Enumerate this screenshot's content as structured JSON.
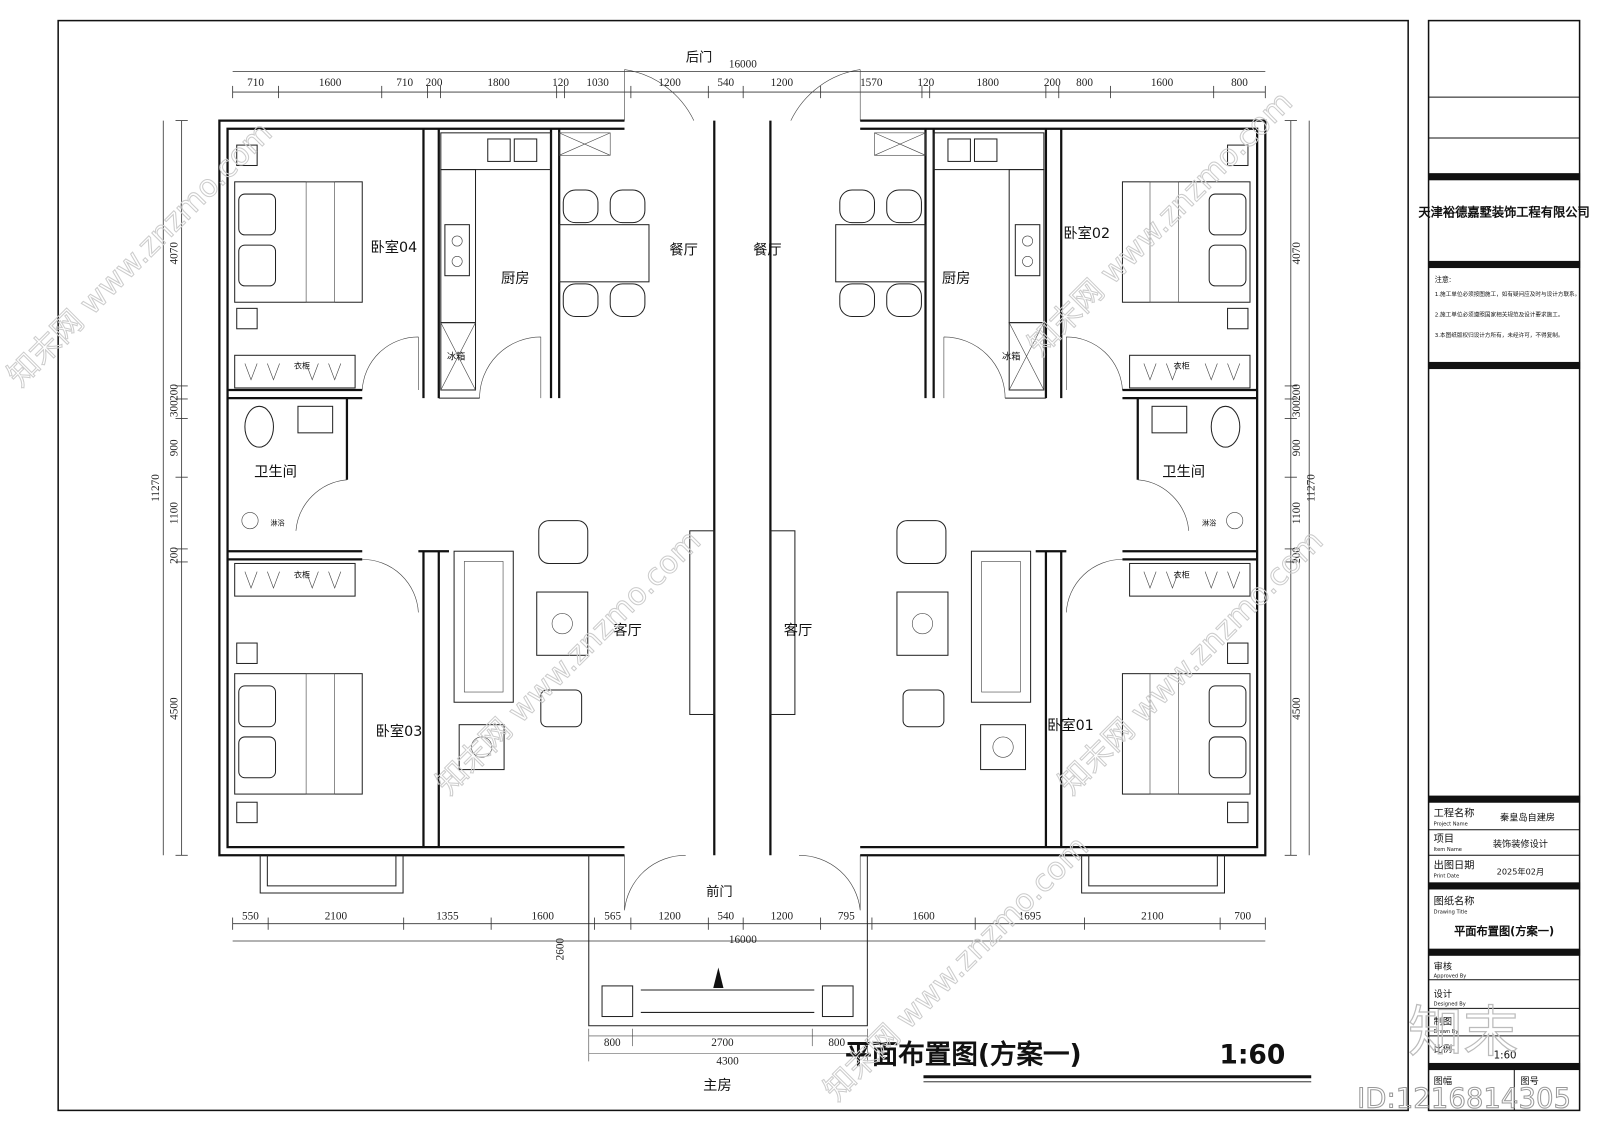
{
  "drawing": {
    "title": "平面布置图(方案一)",
    "scale": "1:60",
    "back_door": "后门",
    "front_door": "前门",
    "main_house": "主房",
    "overall_width_top": "16000",
    "overall_width_bottom": "16000",
    "porch_depth": "2600",
    "porch_width": "4300",
    "porch_segments": [
      "800",
      "2700",
      "800"
    ]
  },
  "dimensions": {
    "top": [
      "710",
      "1600",
      "710",
      "200",
      "1800",
      "120",
      "1030",
      "1200",
      "540",
      "1200",
      "1570",
      "120",
      "1800",
      "200",
      "800",
      "1600",
      "800"
    ],
    "bottom": [
      "550",
      "2100",
      "1355",
      "1600",
      "565",
      "1200",
      "540",
      "1200",
      "795",
      "1600",
      "1695",
      "2100",
      "700"
    ],
    "left": [
      "4070",
      "200",
      "300",
      "900",
      "1100",
      "200",
      "4500"
    ],
    "left_total": "11270",
    "right": [
      "4070",
      "200",
      "300",
      "900",
      "1100",
      "200",
      "4500"
    ],
    "right_total": "11270"
  },
  "rooms": {
    "bedroom04": "卧室04",
    "kitchen_left": "厨房",
    "dining_left": "餐厅",
    "dining_right": "餐厅",
    "kitchen_right": "厨房",
    "bedroom02": "卧室02",
    "bath_left": "卫生间",
    "bath_right": "卫生间",
    "living_left": "客厅",
    "living_right": "客厅",
    "bedroom03": "卧室03",
    "bedroom01": "卧室01",
    "fridge": "冰箱",
    "wardrobe": "衣柜",
    "shower": "淋浴"
  },
  "title_block": {
    "company": "天津裕德嘉墅装饰工程有限公司",
    "notes_title": "注意:",
    "notes": [
      "1.施工单位必须按图施工，如有疑问应及时与设计方联系。",
      "2.施工单位必须遵照国家相关规范及设计要求施工。",
      "3.本图纸版权归设计方所有，未经许可，不得复制。"
    ],
    "rows": [
      {
        "label": "工程名称",
        "sub": "Project Name",
        "value": "秦皇岛自建房"
      },
      {
        "label": "项目",
        "sub": "Item Name",
        "value": "装饰装修设计"
      },
      {
        "label": "出图日期",
        "sub": "Print Date",
        "value": "2025年02月"
      }
    ],
    "drawing_title_label": "图纸名称",
    "drawing_title_sub": "Drawing Title",
    "drawing_title": "平面布置图(方案一)",
    "approved": "审核",
    "approved_sub": "Approved By",
    "designed": "设计",
    "designed_sub": "Designed By",
    "drawn": "制图",
    "drawn_sub": "Drawn By",
    "scale_label": "比例",
    "scale_value": "1:60",
    "sheet_size": "图幅",
    "sheet_no": "图号"
  },
  "watermark": {
    "text": "知末网 www.znzmo.com",
    "logo": "知末",
    "id": "ID:1216814305"
  }
}
